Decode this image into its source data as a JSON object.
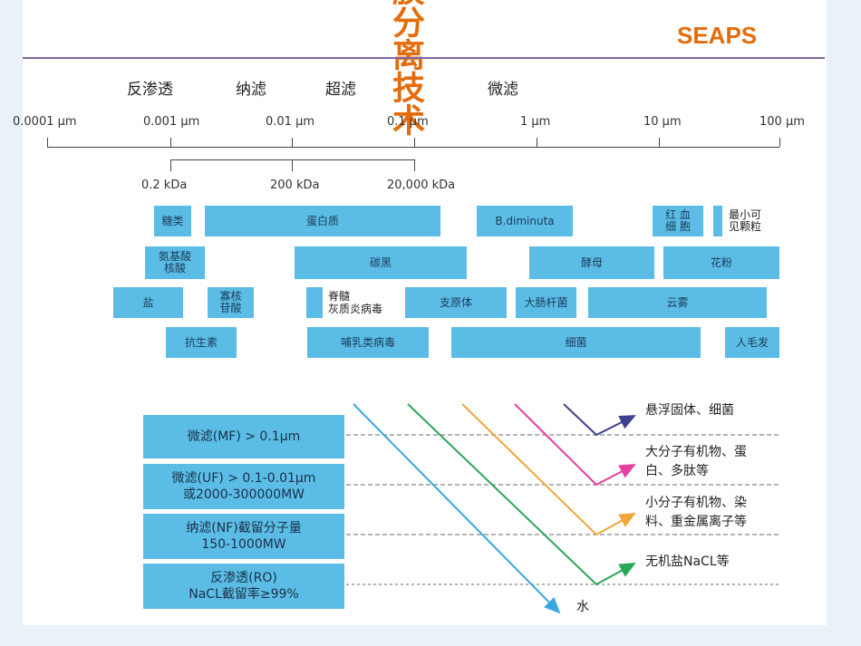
{
  "header": {
    "title": "膜分离技术",
    "brand": "SEAPS"
  },
  "categories": [
    "反渗透",
    "纳滤",
    "超滤",
    "微滤"
  ],
  "scale": {
    "sizes": [
      "0.0001 µm",
      "0.001 µm",
      "0.01 µm",
      "0.1 µm",
      "1 µm",
      "10 µm",
      "100 µm"
    ],
    "mw": [
      "0.2 kDa",
      "200 kDa",
      "20,000 kDa"
    ]
  },
  "particles": {
    "sugar": "糖类",
    "protein": "蛋白质",
    "bdiminuta": "B.diminuta",
    "rbc_1": "红 血",
    "rbc_2": "细 胞",
    "smallest_1": "最小可",
    "smallest_2": "见颗粒",
    "amino_1": "氨基酸",
    "amino_2": "核酸",
    "carbon": "碳黑",
    "yeast": "酵母",
    "pollen": "花粉",
    "salt": "盐",
    "oligo_1": "寡核",
    "oligo_2": "苷酸",
    "polio_1": "脊髓",
    "polio_2": "灰质炎病毒",
    "mycoplasma": "支原体",
    "ecoli": "大肠杆菌",
    "fog": "云雾",
    "antibiotic": "抗生素",
    "mammal_virus": "哺乳类病毒",
    "bacteria": "细菌",
    "hair": "人毛发"
  },
  "processes": [
    {
      "l1": "微滤(MF) > 0.1µm",
      "l2": ""
    },
    {
      "l1": "微滤(UF) > 0.1-0.01µm",
      "l2": "或2000-300000MW"
    },
    {
      "l1": "纳滤(NF)截留分子量",
      "l2": "150-1000MW"
    },
    {
      "l1": "反渗透(RO)",
      "l2": "NaCL截留率≥99%"
    }
  ],
  "retained": [
    {
      "l1": "悬浮固体、细菌",
      "l2": ""
    },
    {
      "l1": "大分子有机物、蛋",
      "l2": "白、多肽等"
    },
    {
      "l1": "小分子有机物、染",
      "l2": "料、重金属离子等"
    },
    {
      "l1": "无机盐NaCL等",
      "l2": ""
    }
  ],
  "water": "水",
  "colors": {
    "box": "#5bbde6",
    "mf": "#3f3f8f",
    "uf": "#e63fa0",
    "nf": "#f2a53a",
    "ro": "#2aa65a",
    "water": "#3aa8e0",
    "title": "#e46c0a"
  }
}
